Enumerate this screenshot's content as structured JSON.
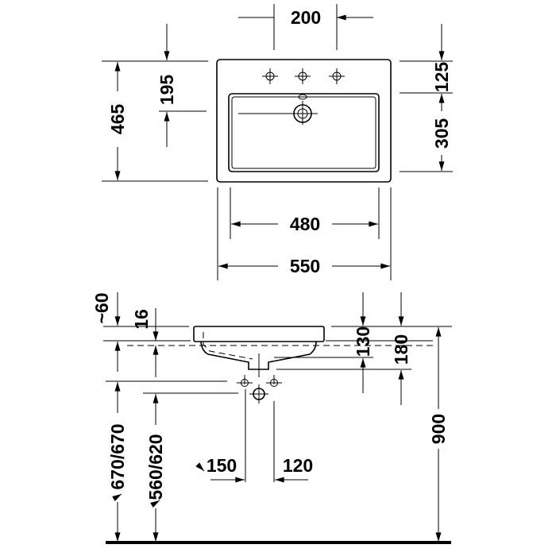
{
  "top_view": {
    "tap_spacing": "200",
    "overall_depth": "465",
    "tap_to_drain": "195",
    "rim_to_bowl": "125",
    "bowl_depth": "305",
    "bowl_width": "480",
    "overall_width": "550"
  },
  "side_view": {
    "rim_above_counter": "~60",
    "rim_thickness": "16",
    "bowl_height": "130",
    "trap_height": "180",
    "counter_height": "900",
    "supply_height": "670/670",
    "waste_height": "560/620",
    "supply_offset": "150",
    "waste_offset": "120"
  },
  "colors": {
    "line": "#000000",
    "background": "#ffffff"
  }
}
